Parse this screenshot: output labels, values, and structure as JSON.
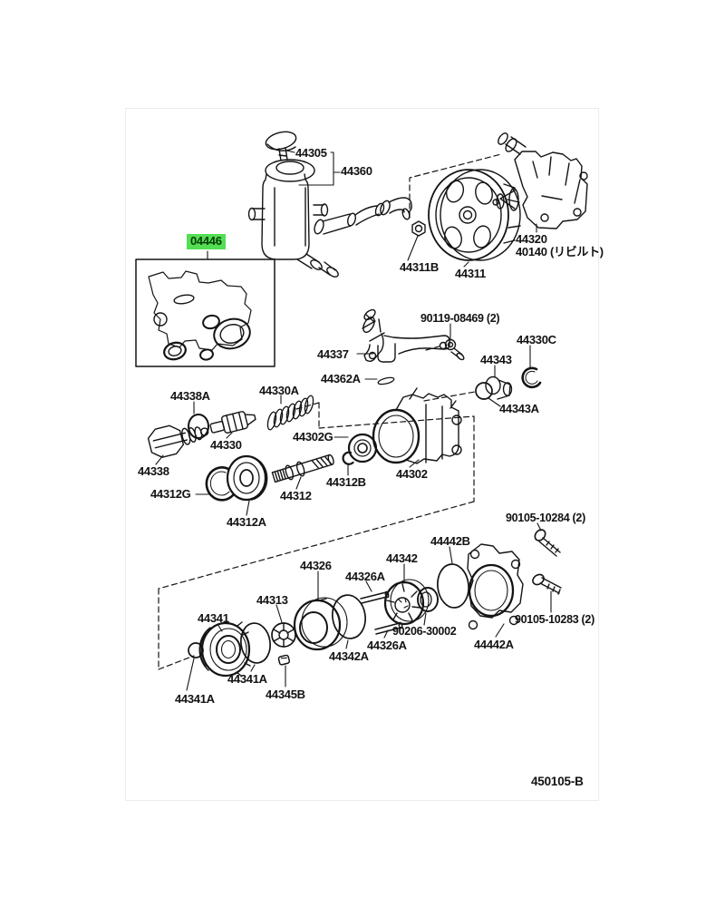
{
  "diagram": {
    "title": "Power steering vane pump exploded parts diagram",
    "drawing_code": "450105-B",
    "selected_part": "04446",
    "highlight_color": "#54DE54",
    "line_color": "#141414"
  },
  "labels": {
    "04446": "04446",
    "44305": "44305",
    "44360": "44360",
    "44320": "44320",
    "40140": "40140 (リビルト)",
    "44311B": "44311B",
    "44311": "44311",
    "90119_08469": "90119-08469 (2)",
    "44337": "44337",
    "44343": "44343",
    "44330C": "44330C",
    "44362A": "44362A",
    "44343A": "44343A",
    "44338A": "44338A",
    "44330A": "44330A",
    "44330": "44330",
    "44302G": "44302G",
    "44338": "44338",
    "44312G": "44312G",
    "44312B": "44312B",
    "44302": "44302",
    "44312": "44312",
    "44312A": "44312A",
    "90105_10284": "90105-10284 (2)",
    "44442B": "44442B",
    "44342": "44342",
    "44326": "44326",
    "44326A": "44326A",
    "44313": "44313",
    "44341": "44341",
    "90206_30002": "90206-30002",
    "44442A": "44442A",
    "90105_10283": "90105-10283 (2)",
    "44342A": "44342A",
    "44341A": "44341A",
    "44345B": "44345B",
    "code": "450105-B"
  }
}
